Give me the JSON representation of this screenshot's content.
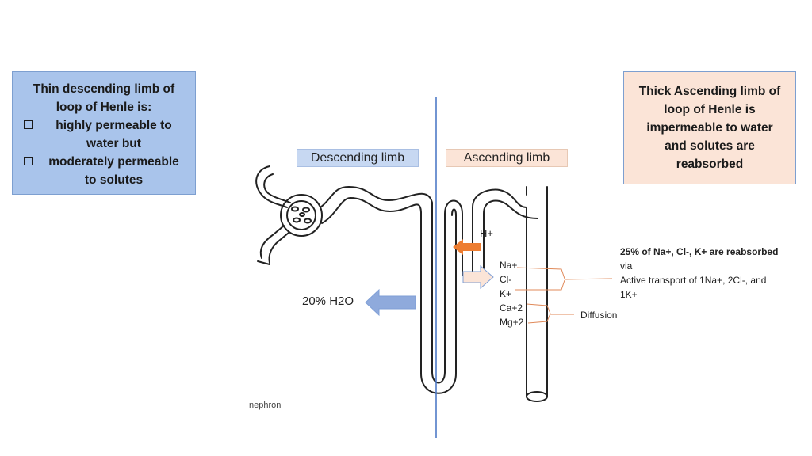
{
  "left_box": {
    "line1": "Thin descending limb of",
    "line2": "loop of Henle is:",
    "bullet1_a": "highly permeable to",
    "bullet1_b": "water but",
    "bullet2_a": "moderately permeable",
    "bullet2_b": "to solutes"
  },
  "right_box": {
    "line1": "Thick Ascending limb of",
    "line2": "loop of Henle is",
    "line3": "impermeable to water",
    "line4": "and solutes are",
    "line5": "reabsorbed"
  },
  "labels": {
    "descending": "Descending limb",
    "ascending": "Ascending limb",
    "h2o": "20% H2O",
    "h_plus": "H+",
    "diffusion": "Diffusion",
    "nephron": "nephron"
  },
  "ions": [
    "Na+",
    "Cl-",
    "K+",
    "Ca+2",
    "Mg+2"
  ],
  "note": {
    "title": "25% of Na+, Cl-, K+ are reabsorbed",
    "line2": "via",
    "line3": "Active transport of 1Na+, 2Cl-, and",
    "line4": "1K+"
  },
  "colors": {
    "divider": "#4472c4",
    "h2o_arrow": "#8faadc",
    "h_arrow": "#ed7d31",
    "ion_arrow": "#fbe4d7",
    "bracket": "#e08a5a"
  }
}
